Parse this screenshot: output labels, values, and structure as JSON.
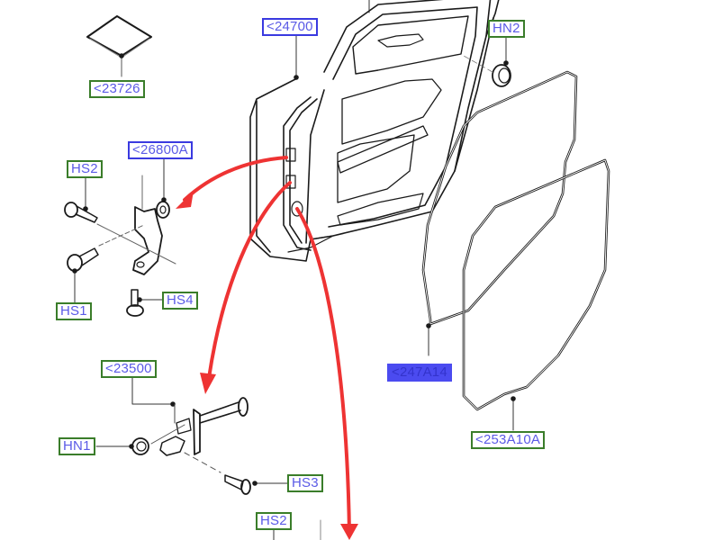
{
  "diagram": {
    "title": "Rear door assembly exploded parts diagram",
    "colors": {
      "callout_text": "#5a5ae6",
      "callout_border_green": "#3a7d2a",
      "callout_border_blue": "#3a3ae0",
      "selected_fill": "#4b4bf0",
      "arrow": "#ee3333",
      "line_art": "#1a1a1a"
    },
    "callouts": [
      {
        "id": "c23726",
        "label": "<23726",
        "border": "green"
      },
      {
        "id": "c24700",
        "label": "<24700",
        "border": "blue"
      },
      {
        "id": "cHN2",
        "label": "HN2",
        "border": "green"
      },
      {
        "id": "c26800A",
        "label": "<26800A",
        "border": "blue"
      },
      {
        "id": "cHS2a",
        "label": "HS2",
        "border": "green"
      },
      {
        "id": "cHS1",
        "label": "HS1",
        "border": "green"
      },
      {
        "id": "cHS4",
        "label": "HS4",
        "border": "green"
      },
      {
        "id": "c247A14",
        "label": "<247A14",
        "border": "selected"
      },
      {
        "id": "c253A10A",
        "label": "<253A10A",
        "border": "green"
      },
      {
        "id": "c23500",
        "label": "<23500",
        "border": "green"
      },
      {
        "id": "cHN1",
        "label": "HN1",
        "border": "green"
      },
      {
        "id": "cHS3",
        "label": "HS3",
        "border": "green"
      },
      {
        "id": "cHS2b",
        "label": "HS2",
        "border": "green"
      }
    ],
    "parts": [
      {
        "name": "pad",
        "ref": "23726"
      },
      {
        "name": "rear-door-shell",
        "ref": "24700"
      },
      {
        "name": "nut",
        "ref": "HN2"
      },
      {
        "name": "door-hinge",
        "ref": "26800A"
      },
      {
        "name": "hinge-bolt-upper",
        "ref": "HS2"
      },
      {
        "name": "hinge-bolt-lower",
        "ref": "HS1"
      },
      {
        "name": "hinge-stud",
        "ref": "HS4"
      },
      {
        "name": "door-weatherstrip-outer",
        "ref": "247A14"
      },
      {
        "name": "door-weatherstrip-inner",
        "ref": "253A10A"
      },
      {
        "name": "door-check-strap",
        "ref": "23500"
      },
      {
        "name": "check-strap-nut",
        "ref": "HN1"
      },
      {
        "name": "check-strap-screw",
        "ref": "HS3"
      },
      {
        "name": "bolt-bottom",
        "ref": "HS2"
      }
    ]
  }
}
